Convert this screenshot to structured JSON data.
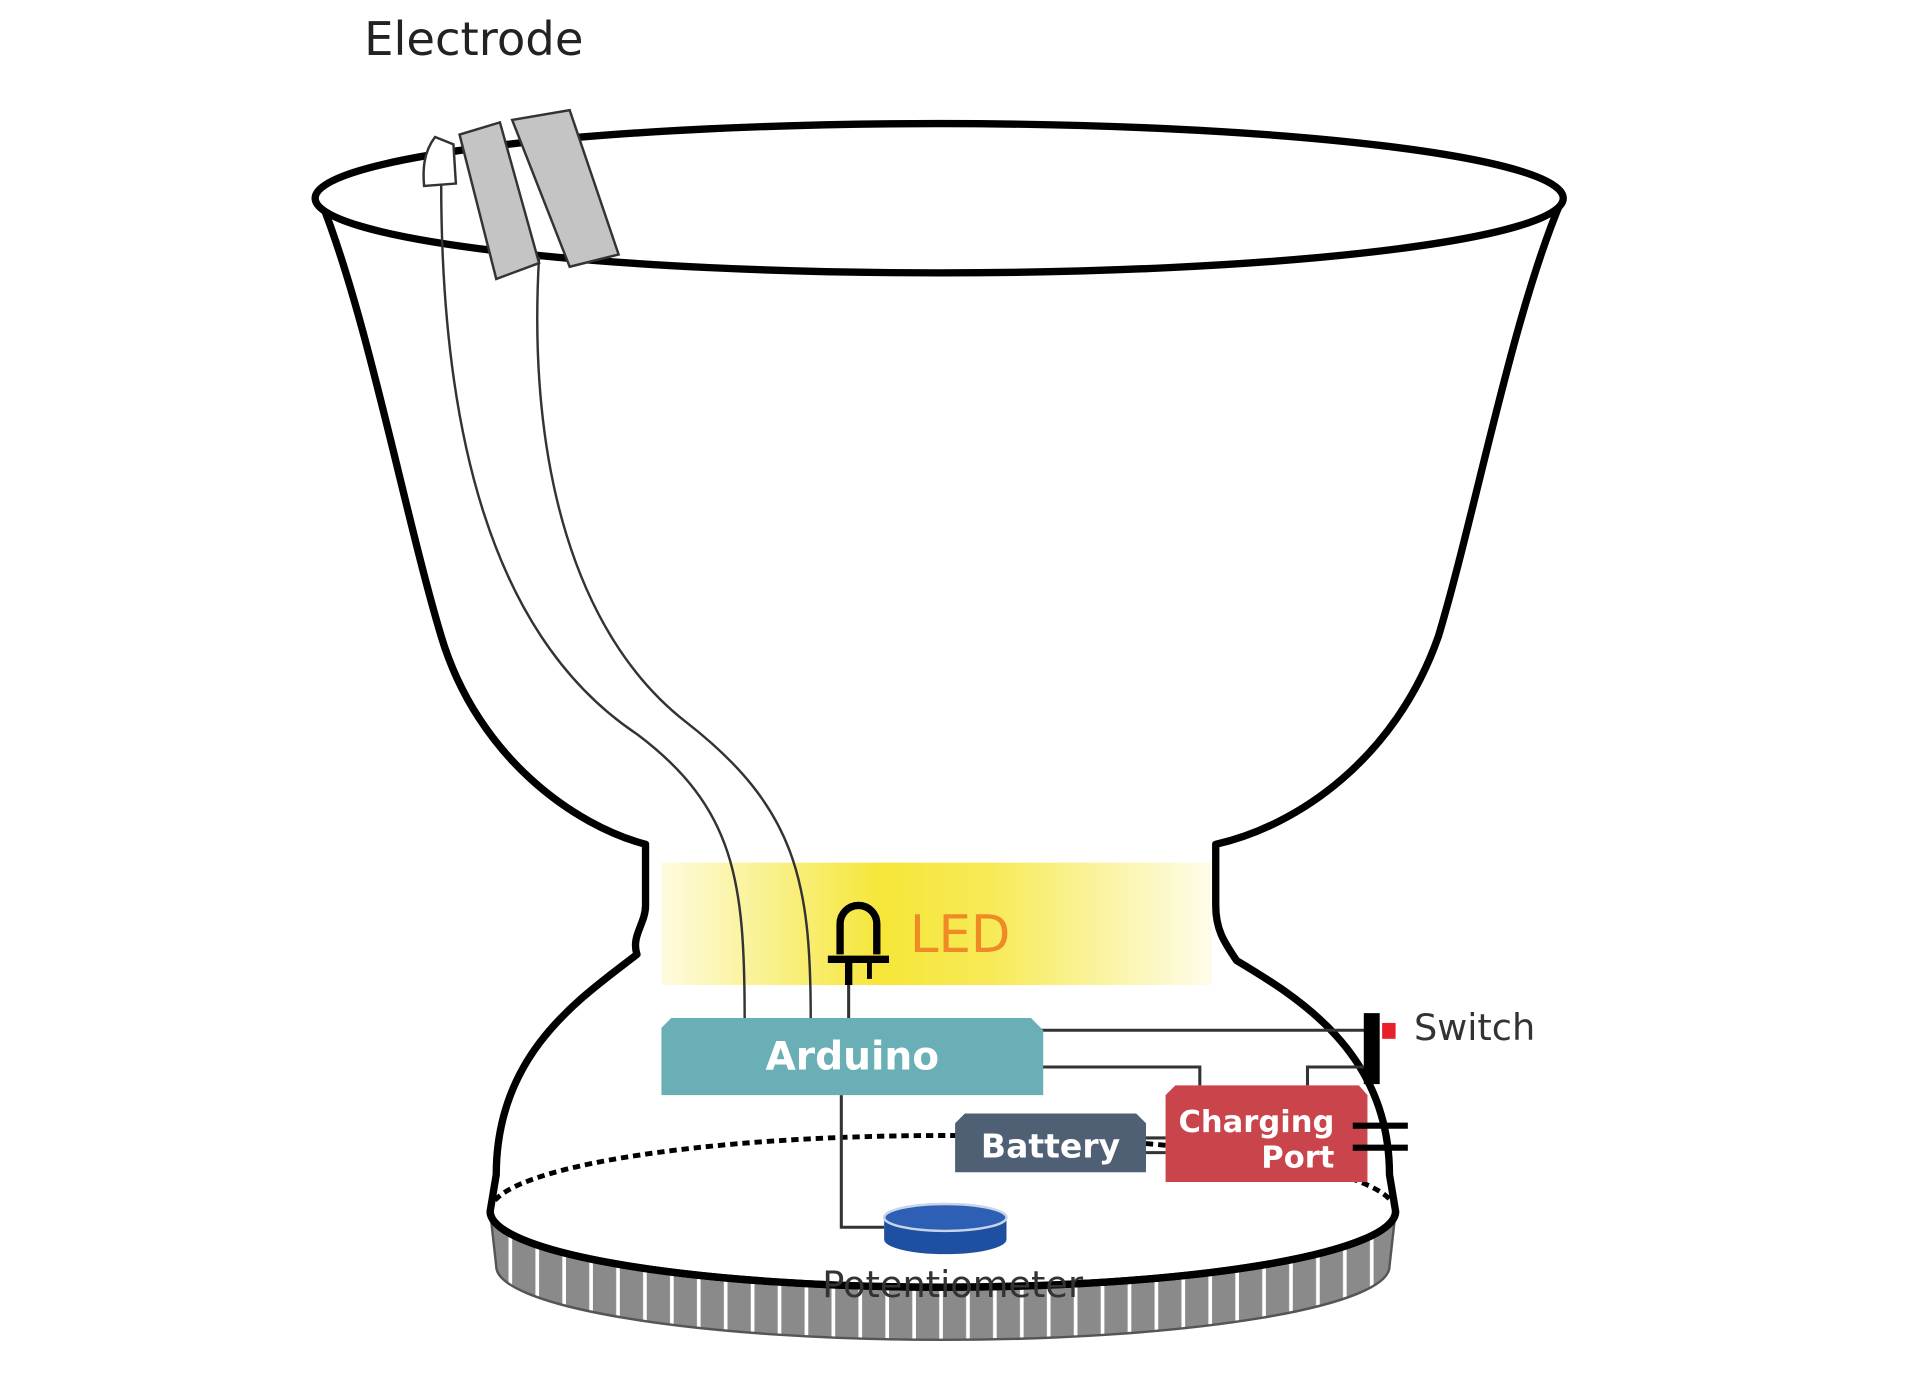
{
  "labels": {
    "electrode": "Electrode",
    "led": "LED",
    "arduino": "Arduino",
    "switch": "Switch",
    "battery": "Battery",
    "charging_port_line1": "Charging",
    "charging_port_line2": "Port",
    "potentiometer": "Potentiometer"
  },
  "colors": {
    "arduino": "#6aafb6",
    "battery": "#4f5f74",
    "charging_port": "#c9444b",
    "potentiometer": "#1f4fa0",
    "led_text": "#f08a24",
    "led_glow": "#f5e52e",
    "switch_indicator": "#e8202a",
    "electrode": "#c4c4c4"
  }
}
